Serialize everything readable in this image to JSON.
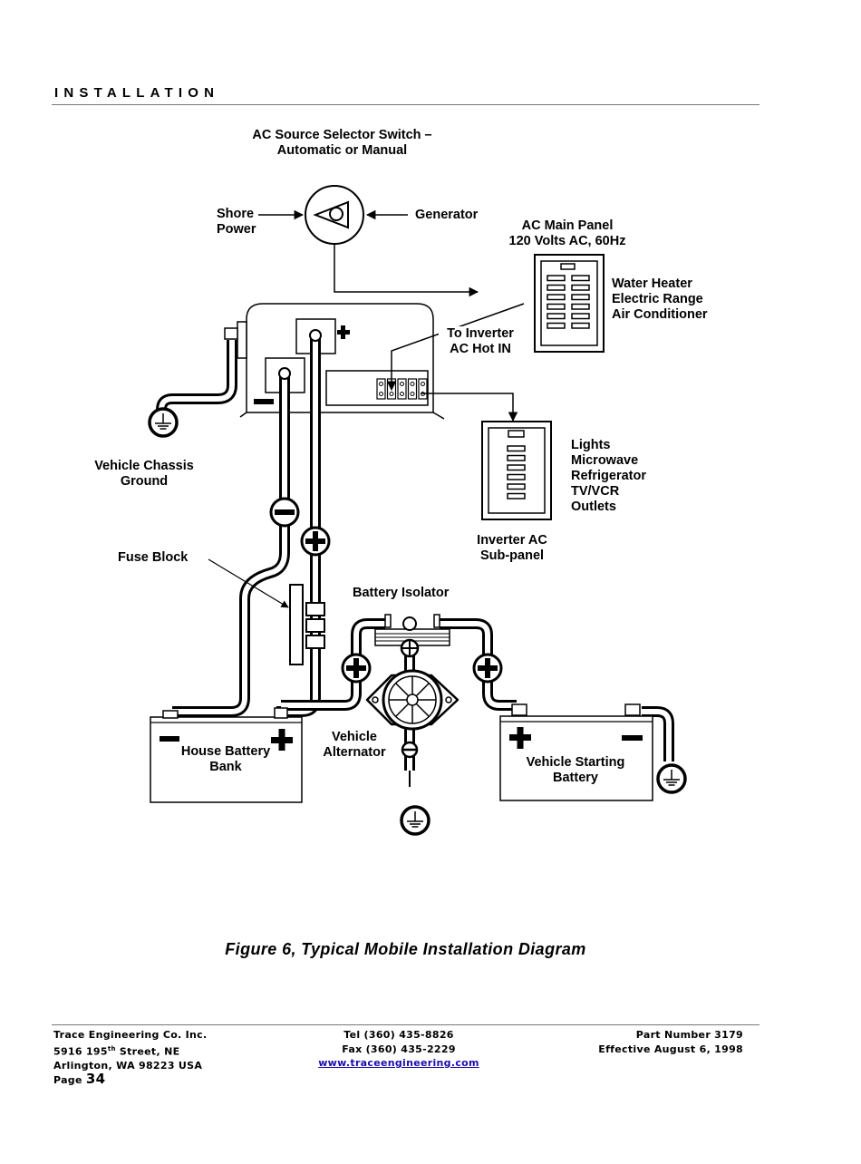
{
  "header": {
    "section": "INSTALLATION"
  },
  "diagram": {
    "labels": {
      "selector_switch": [
        "AC Source Selector Switch –",
        "Automatic or Manual"
      ],
      "shore_power": [
        "Shore",
        "Power"
      ],
      "generator": "Generator",
      "ac_main_panel": [
        "AC Main Panel",
        "120 Volts AC, 60Hz"
      ],
      "main_panel_loads": [
        "Water Heater",
        "Electric Range",
        "Air Conditioner"
      ],
      "to_inverter": [
        "To Inverter",
        "AC Hot IN"
      ],
      "chassis_ground": [
        "Vehicle Chassis",
        "Ground"
      ],
      "sub_panel_loads": [
        "Lights",
        "Microwave",
        "Refrigerator",
        "TV/VCR",
        "Outlets"
      ],
      "sub_panel": [
        "Inverter AC",
        "Sub-panel"
      ],
      "fuse_block": "Fuse Block",
      "battery_isolator": "Battery Isolator",
      "house_battery": [
        "House Battery",
        "Bank"
      ],
      "alternator": [
        "Vehicle",
        "Alternator"
      ],
      "starting_battery": [
        "Vehicle Starting",
        "Battery"
      ]
    },
    "icons": [
      "selector-switch-icon",
      "ground-icon",
      "plus-polarity-icon",
      "minus-polarity-icon",
      "breaker-panel-icon",
      "alternator-icon",
      "fuse-block-icon",
      "battery-icon"
    ]
  },
  "caption": "Figure 6, Typical Mobile Installation Diagram",
  "footer": {
    "company": "Trace Engineering Co. Inc.",
    "street_num": "5916 195",
    "street_sup": "th",
    "street_rest": " Street, NE",
    "city": "Arlington, WA 98223 USA",
    "page_label": "Page",
    "page_number": "34",
    "tel": "Tel (360) 435-8826",
    "fax": "Fax (360) 435-2229",
    "website": "www.traceengineering.com",
    "part_number": "Part Number 3179",
    "effective": "Effective August 6, 1998"
  }
}
